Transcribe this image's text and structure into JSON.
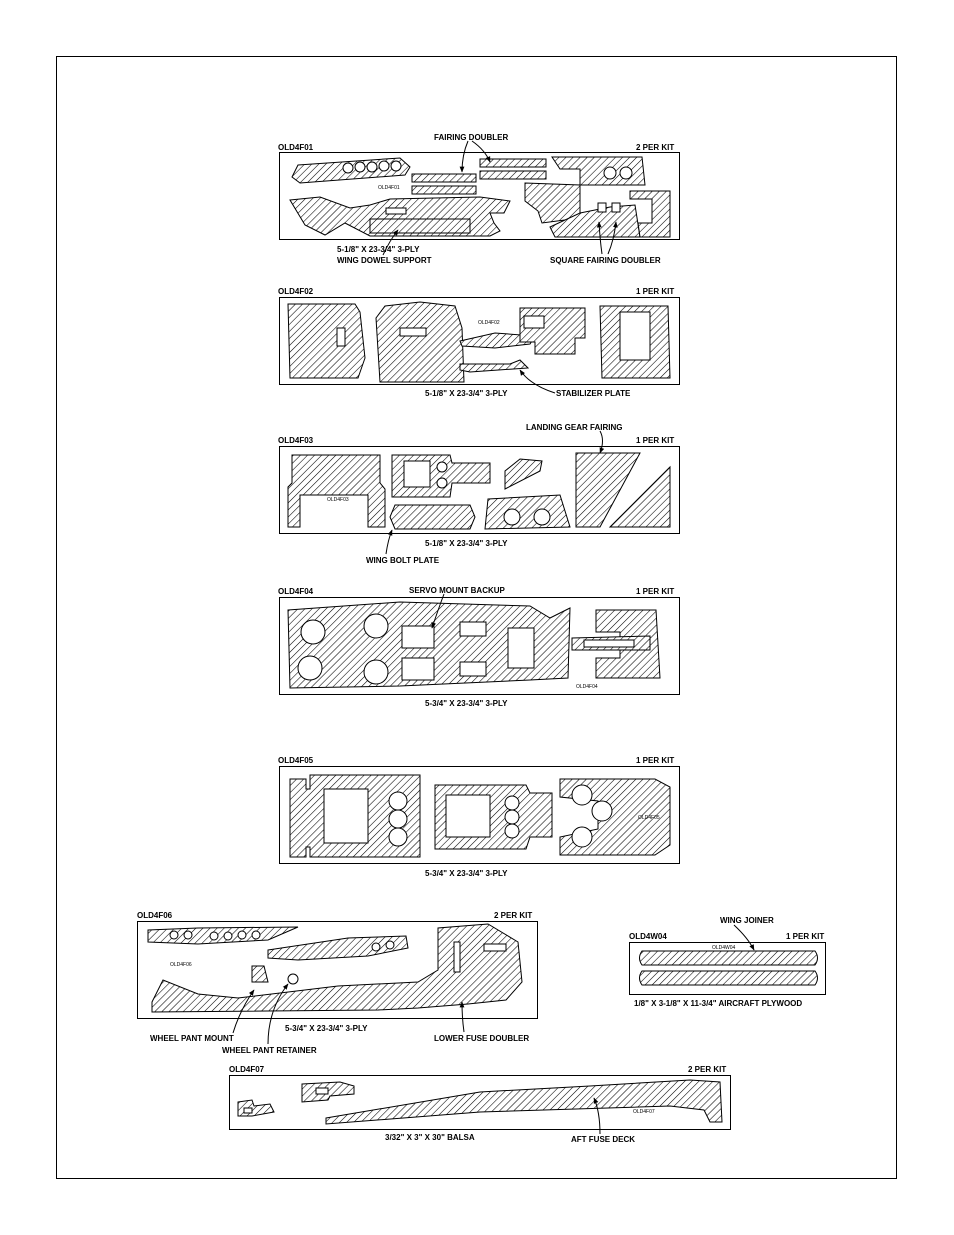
{
  "sheets": {
    "f01": {
      "code": "OLD4F01",
      "qty": "2 PER KIT",
      "size": "5-1/8\" X 23-3/4\" 3-PLY",
      "inner_label": "OLD4F01",
      "callouts": {
        "fairing_doubler": "FAIRING DOUBLER",
        "wing_dowel_support": "WING DOWEL SUPPORT",
        "square_fairing_doubler": "SQUARE FAIRING DOUBLER"
      }
    },
    "f02": {
      "code": "OLD4F02",
      "qty": "1 PER KIT",
      "size": "5-1/8\" X 23-3/4\" 3-PLY",
      "inner_label": "OLD4F02",
      "callouts": {
        "stabilizer_plate": "STABILIZER PLATE"
      }
    },
    "f03": {
      "code": "OLD4F03",
      "qty": "1 PER KIT",
      "size": "5-1/8\" X 23-3/4\" 3-PLY",
      "inner_label": "OLD4F03",
      "callouts": {
        "landing_gear_fairing": "LANDING GEAR FAIRING",
        "wing_bolt_plate": "WING BOLT PLATE"
      }
    },
    "f04": {
      "code": "OLD4F04",
      "qty": "1 PER KIT",
      "size": "5-3/4\" X 23-3/4\" 3-PLY",
      "inner_label": "OLD4F04",
      "callouts": {
        "servo_mount_backup": "SERVO MOUNT BACKUP"
      }
    },
    "f05": {
      "code": "OLD4F05",
      "qty": "1 PER KIT",
      "size": "5-3/4\" X 23-3/4\" 3-PLY",
      "inner_label": "OLD4F05"
    },
    "f06": {
      "code": "OLD4F06",
      "qty": "2 PER KIT",
      "size": "5-3/4\" X 23-3/4\" 3-PLY",
      "inner_label": "OLD4F06",
      "callouts": {
        "wheel_pant_mount": "WHEEL PANT MOUNT",
        "wheel_pant_retainer": "WHEEL PANT RETAINER",
        "lower_fuse_doubler": "LOWER FUSE DOUBLER"
      }
    },
    "w04": {
      "code": "OLD4W04",
      "qty": "1 PER KIT",
      "size": "1/8\" X 3-1/8\" X 11-3/4\" AIRCRAFT PLYWOOD",
      "inner_label": "OLD4W04",
      "callouts": {
        "wing_joiner": "WING JOINER"
      }
    },
    "f07": {
      "code": "OLD4F07",
      "qty": "2 PER KIT",
      "size": "3/32\" X 3\" X 30\" BALSA",
      "inner_label": "OLD4F07",
      "callouts": {
        "aft_fuse_deck": "AFT FUSE DECK"
      }
    }
  }
}
